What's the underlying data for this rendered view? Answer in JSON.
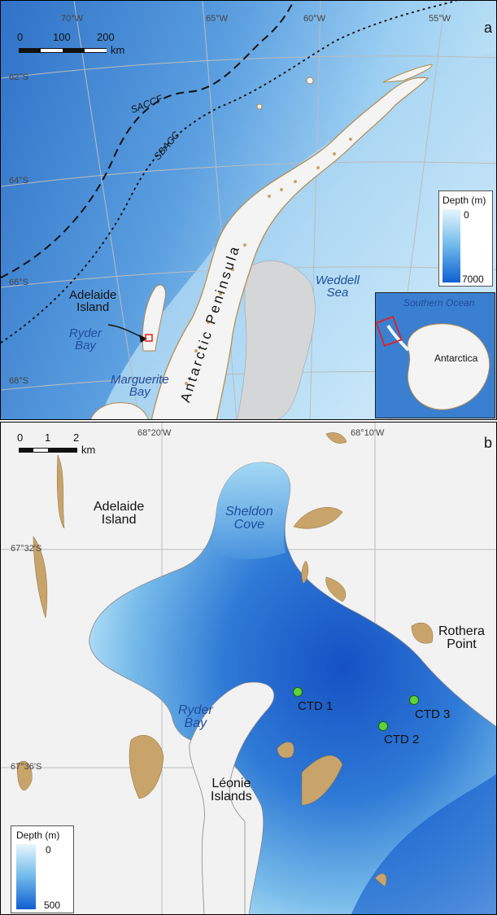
{
  "panel_a": {
    "letter": "a",
    "longitudes": [
      "70°W",
      "65°W",
      "60°W",
      "55°W"
    ],
    "latitudes": [
      "62°S",
      "64°S",
      "66°S",
      "68°S"
    ],
    "scale": {
      "ticks": [
        "0",
        "100",
        "200"
      ],
      "unit": "km"
    },
    "fronts": [
      "SACCF",
      "SBACC"
    ],
    "places": {
      "adelaide": "Adelaide\nIsland",
      "peninsula": "Antarctic Peninsula"
    },
    "waters": {
      "ryder": "Ryder\nBay",
      "weddell": "Weddell\nSea",
      "marguerite": "Marguerite\nBay"
    },
    "legend": {
      "title": "Depth (m)",
      "min": "0",
      "max": "7000"
    },
    "inset": {
      "ocean": "Southern Ocean",
      "continent": "Antarctica"
    }
  },
  "panel_b": {
    "letter": "b",
    "longitudes": [
      "68°20'W",
      "68°10'W"
    ],
    "latitudes": [
      "67°32'S",
      "67°36'S"
    ],
    "scale": {
      "ticks": [
        "0",
        "1",
        "2"
      ],
      "unit": "km"
    },
    "places": {
      "adelaide": "Adelaide\nIsland",
      "rothera": "Rothera\nPoint",
      "leonie": "Léonie\nIslands"
    },
    "waters": {
      "sheldon": "Sheldon\nCove",
      "ryder": "Ryder\nBay"
    },
    "stations": [
      "CTD 1",
      "CTD 2",
      "CTD 3"
    ],
    "legend": {
      "title": "Depth (m)",
      "min": "0",
      "max": "500"
    }
  },
  "colors": {
    "land": "#f2f2f2",
    "rock": "#c9a46a",
    "ice_shelf": "#d4d6d8",
    "deep_water": "#1d62cc",
    "shallow_water": "#b9e2f8",
    "station": "#5fd33a",
    "study_box": "#e02020"
  }
}
